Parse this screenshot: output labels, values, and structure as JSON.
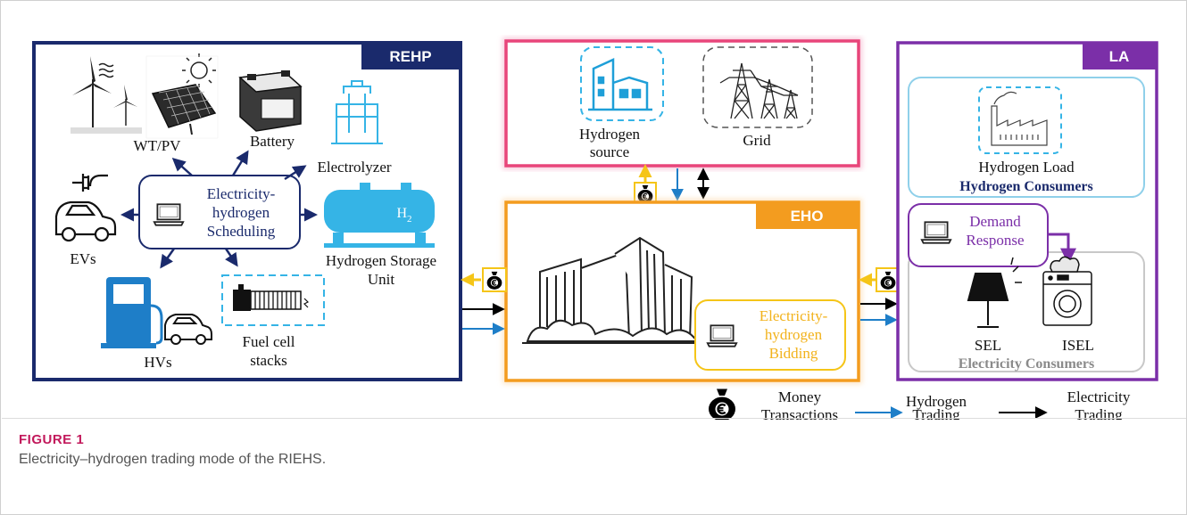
{
  "figure": {
    "label": "FIGURE 1",
    "caption": "Electricity–hydrogen trading mode of the RIEHS."
  },
  "rehp": {
    "badge": "REHP",
    "scheduling_line1": "Electricity-",
    "scheduling_line2": "hydrogen",
    "scheduling_line3": "Scheduling",
    "wtpv": "WT/PV",
    "battery": "Battery",
    "electrolyzer": "Electrolyzer",
    "evs": "EVs",
    "storage_symbol": "H",
    "storage_subscript": "2",
    "storage_line1": "Hydrogen Storage",
    "storage_line2": "Unit",
    "hvs": "HVs",
    "fuelcell_line1": "Fuel cell",
    "fuelcell_line2": "stacks"
  },
  "top": {
    "hydrogen_source_line1": "Hydrogen",
    "hydrogen_source_line2": "source",
    "grid": "Grid"
  },
  "eho": {
    "badge": "EHO",
    "bidding_line1": "Electricity-",
    "bidding_line2": "hydrogen",
    "bidding_line3": "Bidding"
  },
  "la": {
    "badge": "LA",
    "hydrogen_load": "Hydrogen Load",
    "hydrogen_consumers": "Hydrogen Consumers",
    "demand_line1": "Demand",
    "demand_line2": "Response",
    "sel": "SEL",
    "isel": "ISEL",
    "electricity_consumers": "Electricity Consumers"
  },
  "legend": {
    "money_line1": "Money",
    "money_line2": "Transactions",
    "hydrogen_line1": "Hydrogen",
    "hydrogen_line2": "Trading",
    "electricity_line1": "Electricity",
    "electricity_line2": "Trading"
  },
  "colors": {
    "rehp_navy": "#1a2a6c",
    "top_pink": "#e8457a",
    "eho_orange": "#f39c1f",
    "la_purple": "#7b2fa8",
    "hydrogen_blue": "#1e7ec8",
    "electricity_black": "#000000",
    "device_cyan": "#35b4e6",
    "bidding_text": "#f2b21b"
  }
}
